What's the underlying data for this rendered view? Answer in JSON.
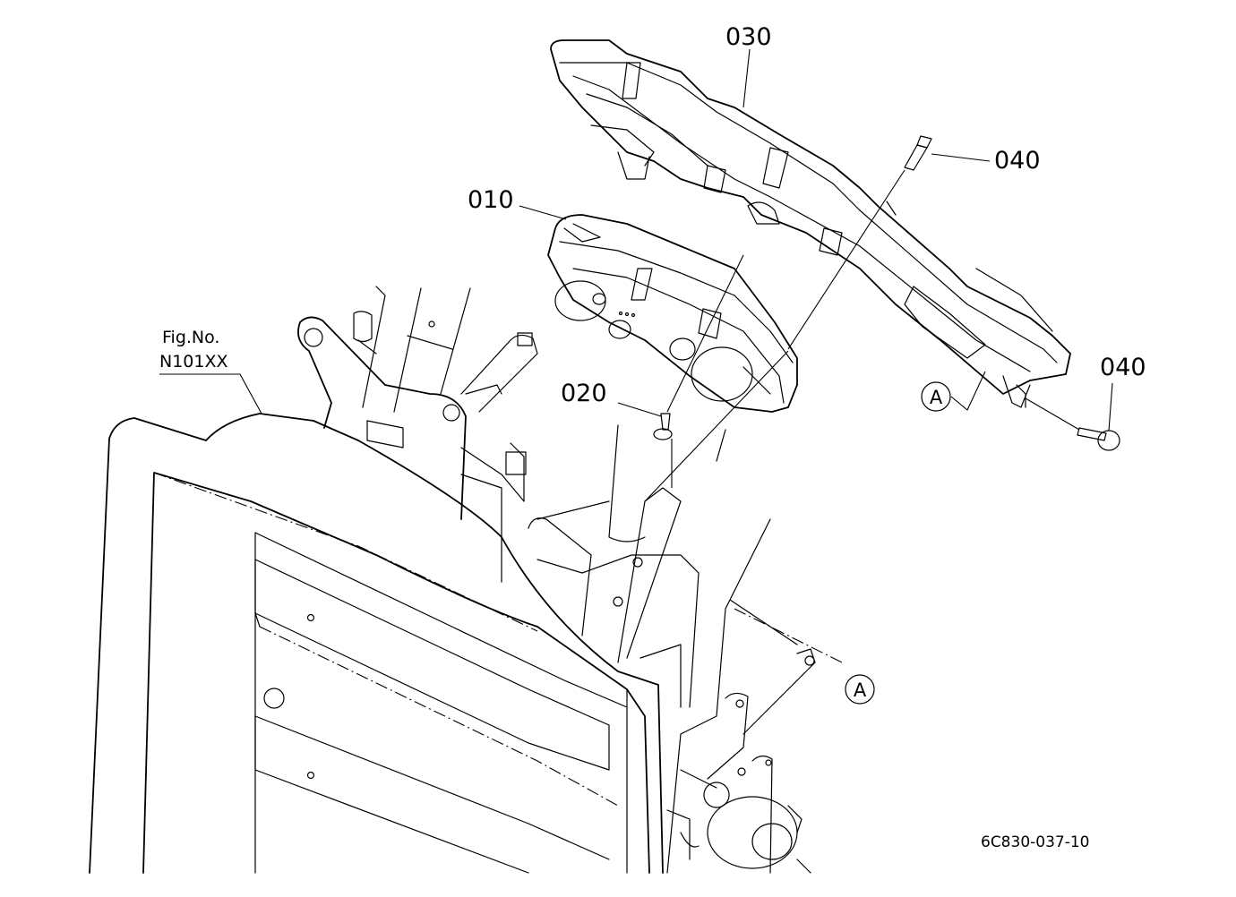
{
  "callouts": {
    "part_030": "030",
    "part_010": "010",
    "part_020": "020",
    "part_040_top": "040",
    "part_040_right": "040"
  },
  "fig_ref": {
    "line1": "Fig.No.",
    "line2": "N101XX"
  },
  "ref_markers": {
    "marker_a_upper": "A",
    "marker_a_lower": "A"
  },
  "drawing_code": "6C830-037-10"
}
